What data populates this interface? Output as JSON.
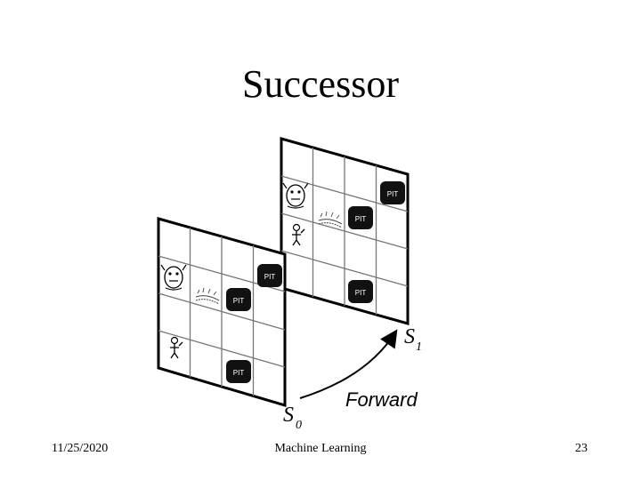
{
  "slide": {
    "title": "Successor",
    "footer": {
      "date": "11/25/2020",
      "course": "Machine Learning",
      "page": "23"
    }
  },
  "diagram": {
    "state_labels": {
      "s0": "S",
      "s0_sub": "0",
      "s1": "S",
      "s1_sub": "1"
    },
    "action_label": "Forward",
    "pit_label": "PIT"
  }
}
